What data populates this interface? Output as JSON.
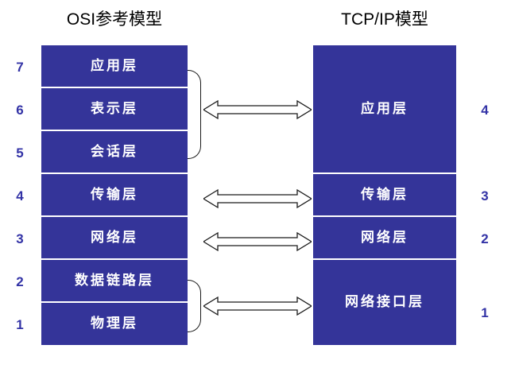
{
  "diagram": {
    "type": "network-model-comparison",
    "background_color": "#ffffff",
    "box_color": "#343499",
    "number_color": "#3333A6",
    "osi": {
      "title": "OSI参考模型",
      "layers": [
        {
          "number": "7",
          "label": "应用层"
        },
        {
          "number": "6",
          "label": "表示层"
        },
        {
          "number": "5",
          "label": "会话层"
        },
        {
          "number": "4",
          "label": "传输层"
        },
        {
          "number": "3",
          "label": "网络层"
        },
        {
          "number": "2",
          "label": "数据链路层"
        },
        {
          "number": "1",
          "label": "物理层"
        }
      ]
    },
    "tcpip": {
      "title": "TCP/IP模型",
      "layers": [
        {
          "number": "4",
          "label": "应用层"
        },
        {
          "number": "3",
          "label": "传输层"
        },
        {
          "number": "2",
          "label": "网络层"
        },
        {
          "number": "1",
          "label": "网络接口层"
        }
      ]
    },
    "mappings": [
      {
        "osi_layers": [
          "7",
          "6",
          "5"
        ],
        "tcpip_layer": "4",
        "brace": true
      },
      {
        "osi_layers": [
          "4"
        ],
        "tcpip_layer": "3",
        "brace": false
      },
      {
        "osi_layers": [
          "3"
        ],
        "tcpip_layer": "2",
        "brace": false
      },
      {
        "osi_layers": [
          "2",
          "1"
        ],
        "tcpip_layer": "1",
        "brace": true
      }
    ]
  }
}
